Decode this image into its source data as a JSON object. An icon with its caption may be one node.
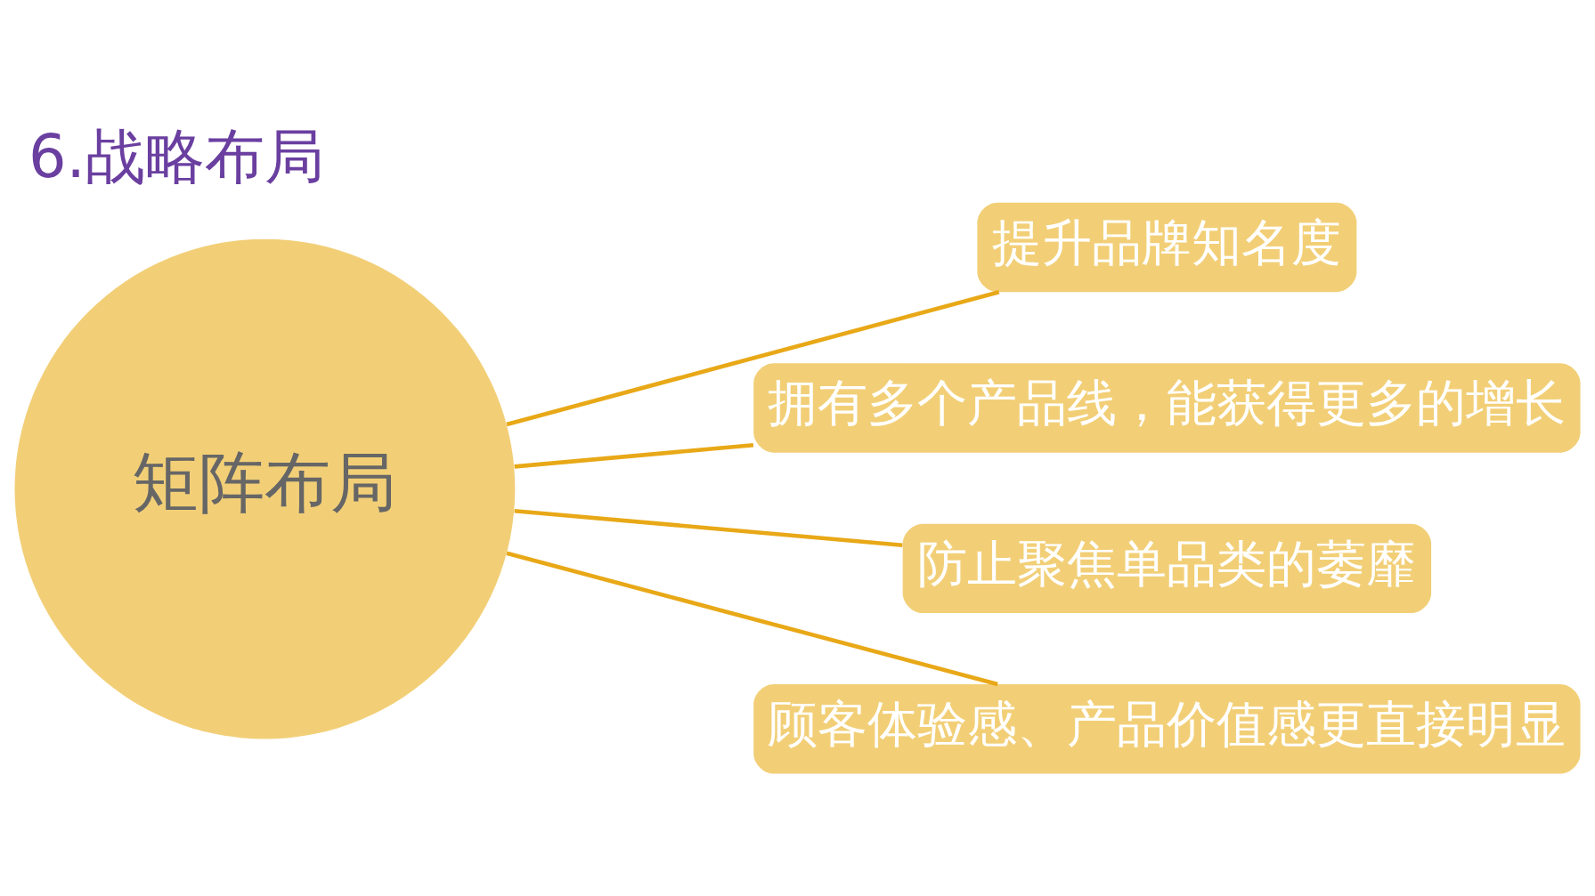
{
  "diagram": {
    "title": "6.战略布局",
    "nodes": [
      {
        "text": [
          "矩阵布局"
        ]
      },
      {
        "text": [
          "提升品牌知名度"
        ]
      },
      {
        "text": [
          "拥有多个产品线，能获得更多的增长"
        ]
      },
      {
        "text": [
          "防止聚焦单品类的萎靡"
        ]
      },
      {
        "text": [
          "顾客体验感、产品价值感更直接明显"
        ]
      }
    ],
    "edges": [
      {
        "from": 0,
        "to": 1,
        "arrow": "none"
      },
      {
        "from": 0,
        "to": 2,
        "arrow": "none"
      },
      {
        "from": 0,
        "to": 3,
        "arrow": "none"
      },
      {
        "from": 0,
        "to": 4,
        "arrow": "none"
      }
    ]
  }
}
